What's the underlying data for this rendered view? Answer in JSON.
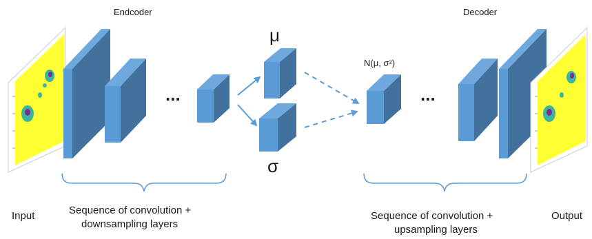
{
  "encoder": {
    "title": "Endcoder",
    "caption_line1": "Sequence of convolution +",
    "caption_line2": "downsampling layers"
  },
  "decoder": {
    "title": "Decoder",
    "caption_line1": "Sequence of convolution +",
    "caption_line2": "upsampling layers"
  },
  "latent": {
    "mu_label": "μ",
    "sigma_label": "σ",
    "sample_label": "N(μ, σ²)"
  },
  "io": {
    "input_label": "Input",
    "output_label": "Output"
  },
  "ellipsis": "...",
  "colors": {
    "block_front": "#5b9bd5",
    "block_top": "#6fa8dc",
    "block_side": "#41719c",
    "brace": "#5b9bd5",
    "arrow": "#5b9bd5",
    "map_background": "#ffff33",
    "map_blob_outer": "#3cb4a0",
    "map_blob_inner": "#7b2d8e"
  }
}
